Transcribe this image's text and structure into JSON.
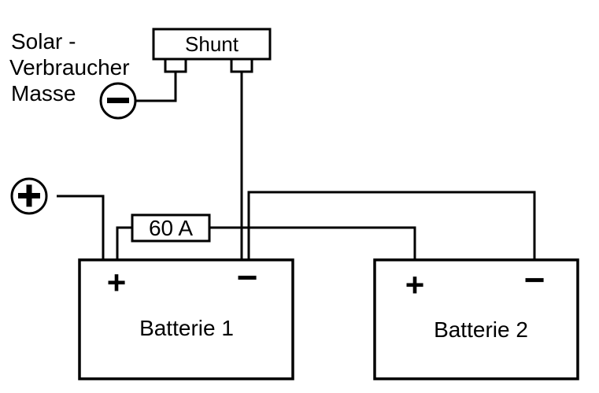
{
  "shunt": {
    "label": "Shunt"
  },
  "ground_label": {
    "line1": "Solar -",
    "line2": "Verbraucher",
    "line3": "Masse"
  },
  "fuse": {
    "label": "60 A"
  },
  "battery1": {
    "label": "Batterie 1",
    "plus": "+",
    "minus": "−"
  },
  "battery2": {
    "label": "Batterie 2",
    "plus": "+",
    "minus": "−"
  },
  "colors": {
    "line": "#000000",
    "background": "#ffffff"
  }
}
